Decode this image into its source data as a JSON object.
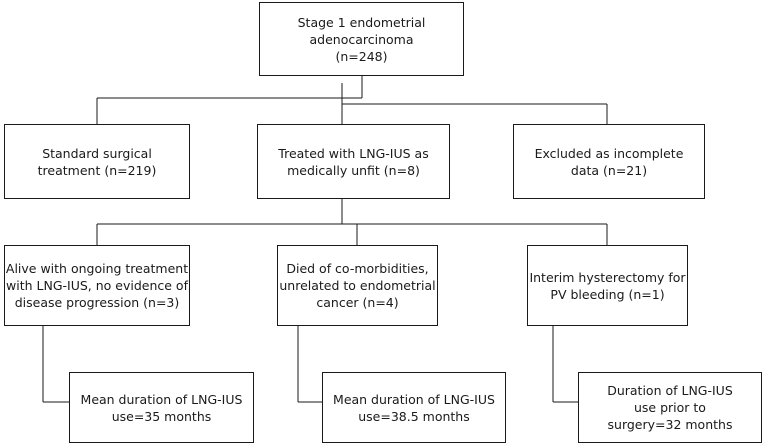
{
  "flowchart": {
    "root": {
      "lines": [
        "Stage 1 endometrial",
        "adenocarcinoma",
        "(n=248)"
      ]
    },
    "level1": [
      {
        "lines": [
          "Standard surgical",
          "treatment (n=219)"
        ]
      },
      {
        "lines": [
          "Treated with LNG-IUS as",
          "medically unfit (n=8)"
        ]
      },
      {
        "lines": [
          "Excluded as incomplete",
          "data (n=21)"
        ]
      }
    ],
    "level2": [
      {
        "lines": [
          "Alive with ongoing treatment",
          "with LNG-IUS, no evidence of",
          "disease progression (n=3)"
        ]
      },
      {
        "lines": [
          "Died of co-morbidities,",
          "unrelated to endometrial",
          "cancer (n=4)"
        ]
      },
      {
        "lines": [
          "Interim hysterectomy for",
          "PV bleeding (n=1)"
        ]
      }
    ],
    "level3": [
      {
        "lines": [
          "Mean duration of LNG-IUS",
          "use=35 months"
        ]
      },
      {
        "lines": [
          "Mean duration of LNG-IUS",
          "use=38.5 months"
        ]
      },
      {
        "lines": [
          "Duration of LNG-IUS",
          "use prior to",
          "surgery=32 months"
        ]
      }
    ]
  }
}
